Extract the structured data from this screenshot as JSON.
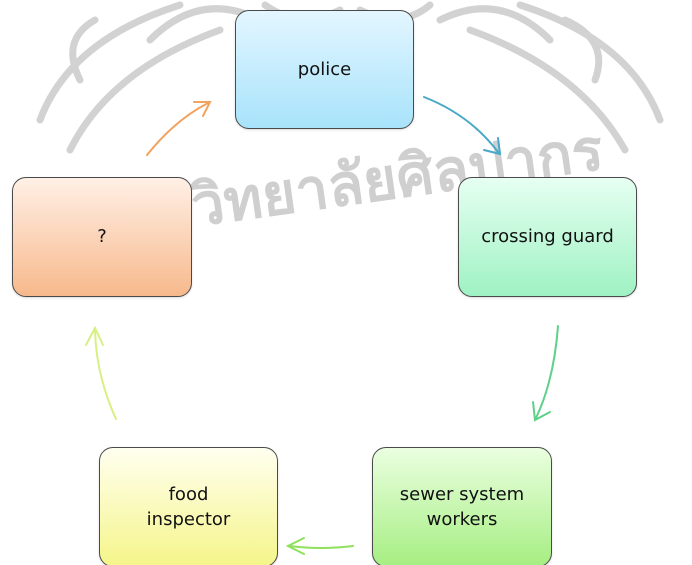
{
  "diagram": {
    "type": "cycle",
    "nodes": [
      {
        "id": "police",
        "label": "police",
        "fill": "#bfeafc"
      },
      {
        "id": "crossing",
        "label": "crossing guard",
        "fill": "#bff7d9"
      },
      {
        "id": "sewer",
        "label": "sewer system\nworkers",
        "fill": "#c6f3aa"
      },
      {
        "id": "food",
        "label": "food\ninspector",
        "fill": "#fafab0"
      },
      {
        "id": "unknown",
        "label": "?",
        "fill": "#fad0b3"
      }
    ],
    "edges": [
      {
        "from": "police",
        "to": "crossing",
        "color": "#4aa8c8"
      },
      {
        "from": "crossing",
        "to": "sewer",
        "color": "#5fd08a"
      },
      {
        "from": "sewer",
        "to": "food",
        "color": "#8fe05a"
      },
      {
        "from": "food",
        "to": "unknown",
        "color": "#d8ef84"
      },
      {
        "from": "unknown",
        "to": "police",
        "color": "#f2a35f"
      }
    ]
  },
  "watermark": {
    "text": "มหาวิทยาลัยศิลปากร",
    "color": "#c9c9c9"
  }
}
